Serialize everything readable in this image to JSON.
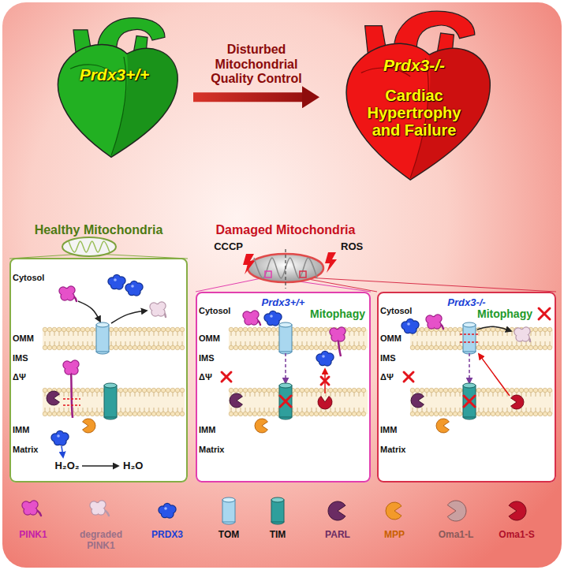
{
  "diagram": {
    "nodes": [
      {
        "text": [
          "Prdx3+/+"
        ]
      },
      {
        "text": [
          "Prdx3-/-",
          "Cardiac Hypertrophy and Failure"
        ]
      },
      {
        "text": [
          "Healthy Mitochondria"
        ]
      },
      {
        "text": [
          "Prdx3+/+"
        ]
      },
      {
        "text": [
          "Prdx3-/-"
        ]
      }
    ],
    "edges": [
      {
        "from": 0,
        "to": 1,
        "arrow": "to",
        "label": "Disturbed Mitochondrial Quality Control"
      }
    ],
    "labels": [
      "Damaged Mitochondria",
      "CCCP",
      "ROS",
      "Cytosol",
      "OMM",
      "IMS",
      "ΔΨ",
      "IMM",
      "Matrix",
      "H₂O₂",
      "H₂O",
      "Cytosol",
      "OMM",
      "IMS",
      "ΔΨ",
      "IMM",
      "Matrix",
      "Mitophagy",
      "Cytosol",
      "OMM",
      "IMS",
      "ΔΨ",
      "IMM",
      "Matrix",
      "Mitophagy"
    ],
    "legend": [
      {
        "text": "PINK1"
      },
      {
        "text": "degraded PINK1"
      },
      {
        "text": "PRDX3"
      },
      {
        "text": "TOM"
      },
      {
        "text": "TIM"
      },
      {
        "text": "PARL"
      },
      {
        "text": "MPP"
      },
      {
        "text": "Oma1-L"
      },
      {
        "text": "Oma1-S"
      }
    ]
  }
}
